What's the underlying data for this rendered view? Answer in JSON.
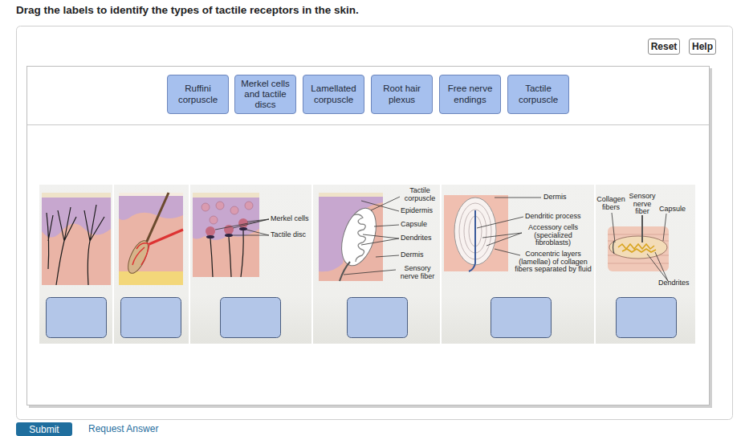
{
  "diagram": {
    "title": "Drag the labels to identify the types of tactile receptors in the skin.",
    "nodes": [
      {
        "text": [
          "Reset"
        ]
      },
      {
        "text": [
          "Help"
        ]
      },
      {
        "text": [
          "Ruffini corpuscle"
        ]
      },
      {
        "text": [
          "Merkel cells and tactile discs"
        ]
      },
      {
        "text": [
          "Lamellated corpuscle"
        ]
      },
      {
        "text": [
          "Root hair plexus"
        ]
      },
      {
        "text": [
          "Free nerve endings"
        ]
      },
      {
        "text": [
          "Tactile corpuscle"
        ]
      },
      {
        "text": [
          "Submit"
        ]
      }
    ],
    "labels": [
      "Merkel cells",
      "Tactile disc",
      "Tactile corpuscle",
      "Epidermis",
      "Capsule",
      "Dendrites",
      "Dermis",
      "Sensory nerve fiber",
      "Dermis",
      "Dendritic process",
      "Accessory cells (specialized fibroblasts)",
      "Concentric layers (lamellae) of collagen fibers separated by fluid",
      "Collagen fibers",
      "Sensory nerve fiber",
      "Capsule",
      "Dendrites",
      "Request Answer"
    ]
  }
}
